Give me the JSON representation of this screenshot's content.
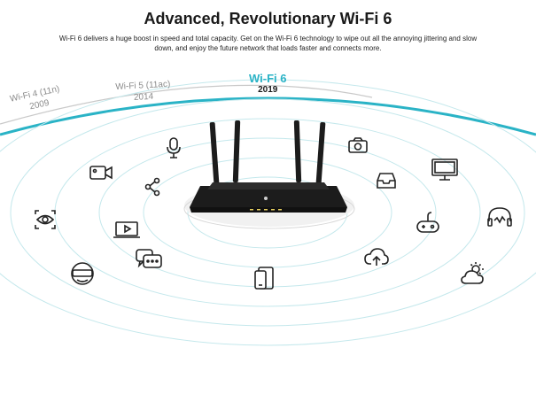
{
  "header": {
    "title": "Advanced, Revolutionary Wi-Fi 6",
    "description": "Wi-Fi 6 delivers a huge boost in speed and total capacity. Get on the Wi-Fi 6 technology to wipe out all the annoying jittering and slow down, and enjoy the future network that loads faster and connects more."
  },
  "generations": [
    {
      "name": "Wi-Fi 4 (11n)",
      "year": "2009"
    },
    {
      "name": "Wi-Fi 5 (11ac)",
      "year": "2014"
    },
    {
      "name": "Wi-Fi 6",
      "year": "2019"
    }
  ],
  "colors": {
    "accent": "#2ab3c6",
    "wave": "#bfe6ea",
    "router": "#1c1c1c"
  },
  "icons": [
    "eye-icon",
    "video-camera-icon",
    "microphone-icon",
    "share-icon",
    "laptop-play-icon",
    "chat-icon",
    "vr-headset-icon",
    "camera-icon",
    "inbox-icon",
    "monitor-icon",
    "game-controller-icon",
    "headphones-icon",
    "tablet-icon",
    "cloud-upload-icon",
    "weather-icon"
  ]
}
